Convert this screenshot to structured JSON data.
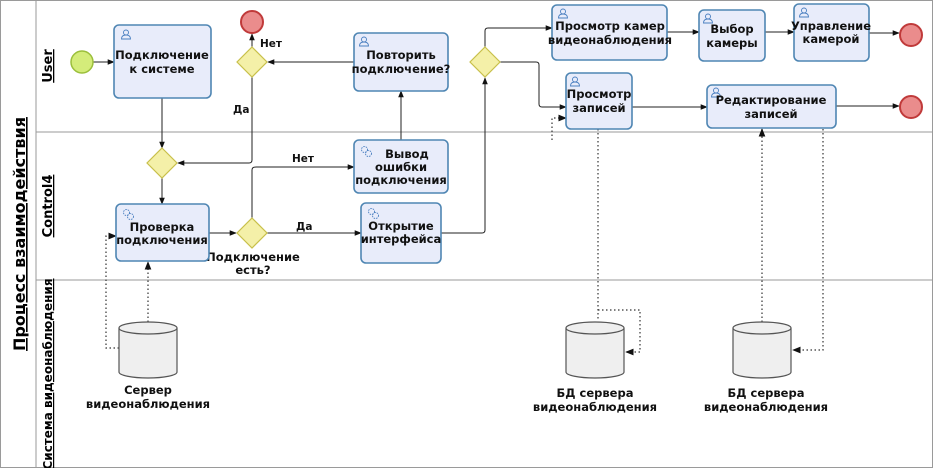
{
  "pool": {
    "title": "Процесс взаимодействия"
  },
  "lanes": [
    "User",
    "Control4",
    "Система видеонаблюдения"
  ],
  "tasks": {
    "connect": [
      "Подключение",
      "к системе"
    ],
    "retry": [
      "Повторить",
      "подключение?"
    ],
    "check": [
      "Проверка",
      "подключения"
    ],
    "error": [
      "Вывод",
      "ошибки",
      "подключения"
    ],
    "open": [
      "Открытие",
      "интерфейса"
    ],
    "view_cams": [
      "Просмотр камер",
      "видеонаблюдения"
    ],
    "select_cam": [
      "Выбор",
      "камеры"
    ],
    "control_cam": [
      "Управление",
      "камерой"
    ],
    "view_rec": [
      "Просмотр",
      "записей"
    ],
    "edit_rec": [
      "Редактирование",
      "записей"
    ]
  },
  "gateway_labels": {
    "connected": [
      "Подключение",
      "есть?"
    ]
  },
  "flow_labels": {
    "retry_no": "Нет",
    "retry_yes": "Да",
    "conn_no": "Нет",
    "conn_yes": "Да"
  },
  "datastores": {
    "server": [
      "Сервер",
      "видеонаблюдения"
    ],
    "db1": [
      "БД сервера",
      "видеонаблюдения"
    ],
    "db2": [
      "БД сервера",
      "видеонаблюдения"
    ]
  },
  "colors": {
    "task_fill": "#e8ecfa",
    "task_stroke": "#4f86b3",
    "gateway": "#f4f0a8",
    "start": "#d4ec7a",
    "end": "#ea8c8c"
  }
}
